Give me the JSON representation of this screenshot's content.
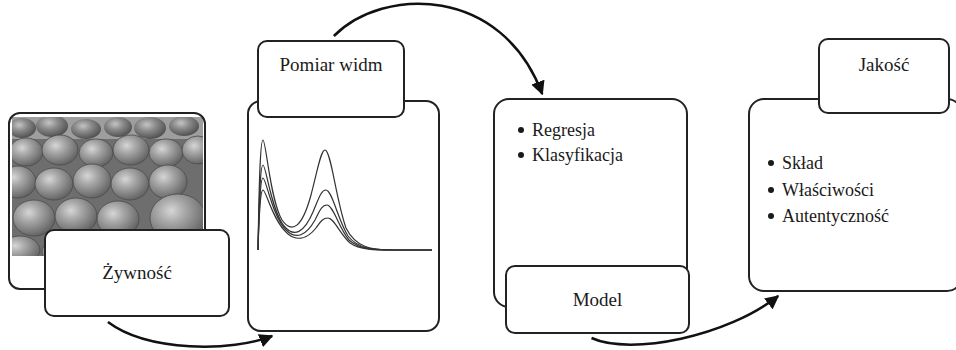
{
  "diagram": {
    "nodes": [
      {
        "text": [
          "Żywność"
        ]
      },
      {
        "text": [
          "Pomiar widm"
        ]
      },
      {
        "text": [
          "Regresja",
          "Klasyfikacja",
          "Model"
        ]
      },
      {
        "text": [
          "Jakość",
          "Skład",
          "Właściwości",
          "Autentyczność"
        ]
      }
    ],
    "edges": [
      {
        "from": 0,
        "to": 1,
        "arrow": "to"
      },
      {
        "from": 1,
        "to": 2,
        "arrow": "to"
      },
      {
        "from": 2,
        "to": 3,
        "arrow": "to"
      }
    ]
  }
}
